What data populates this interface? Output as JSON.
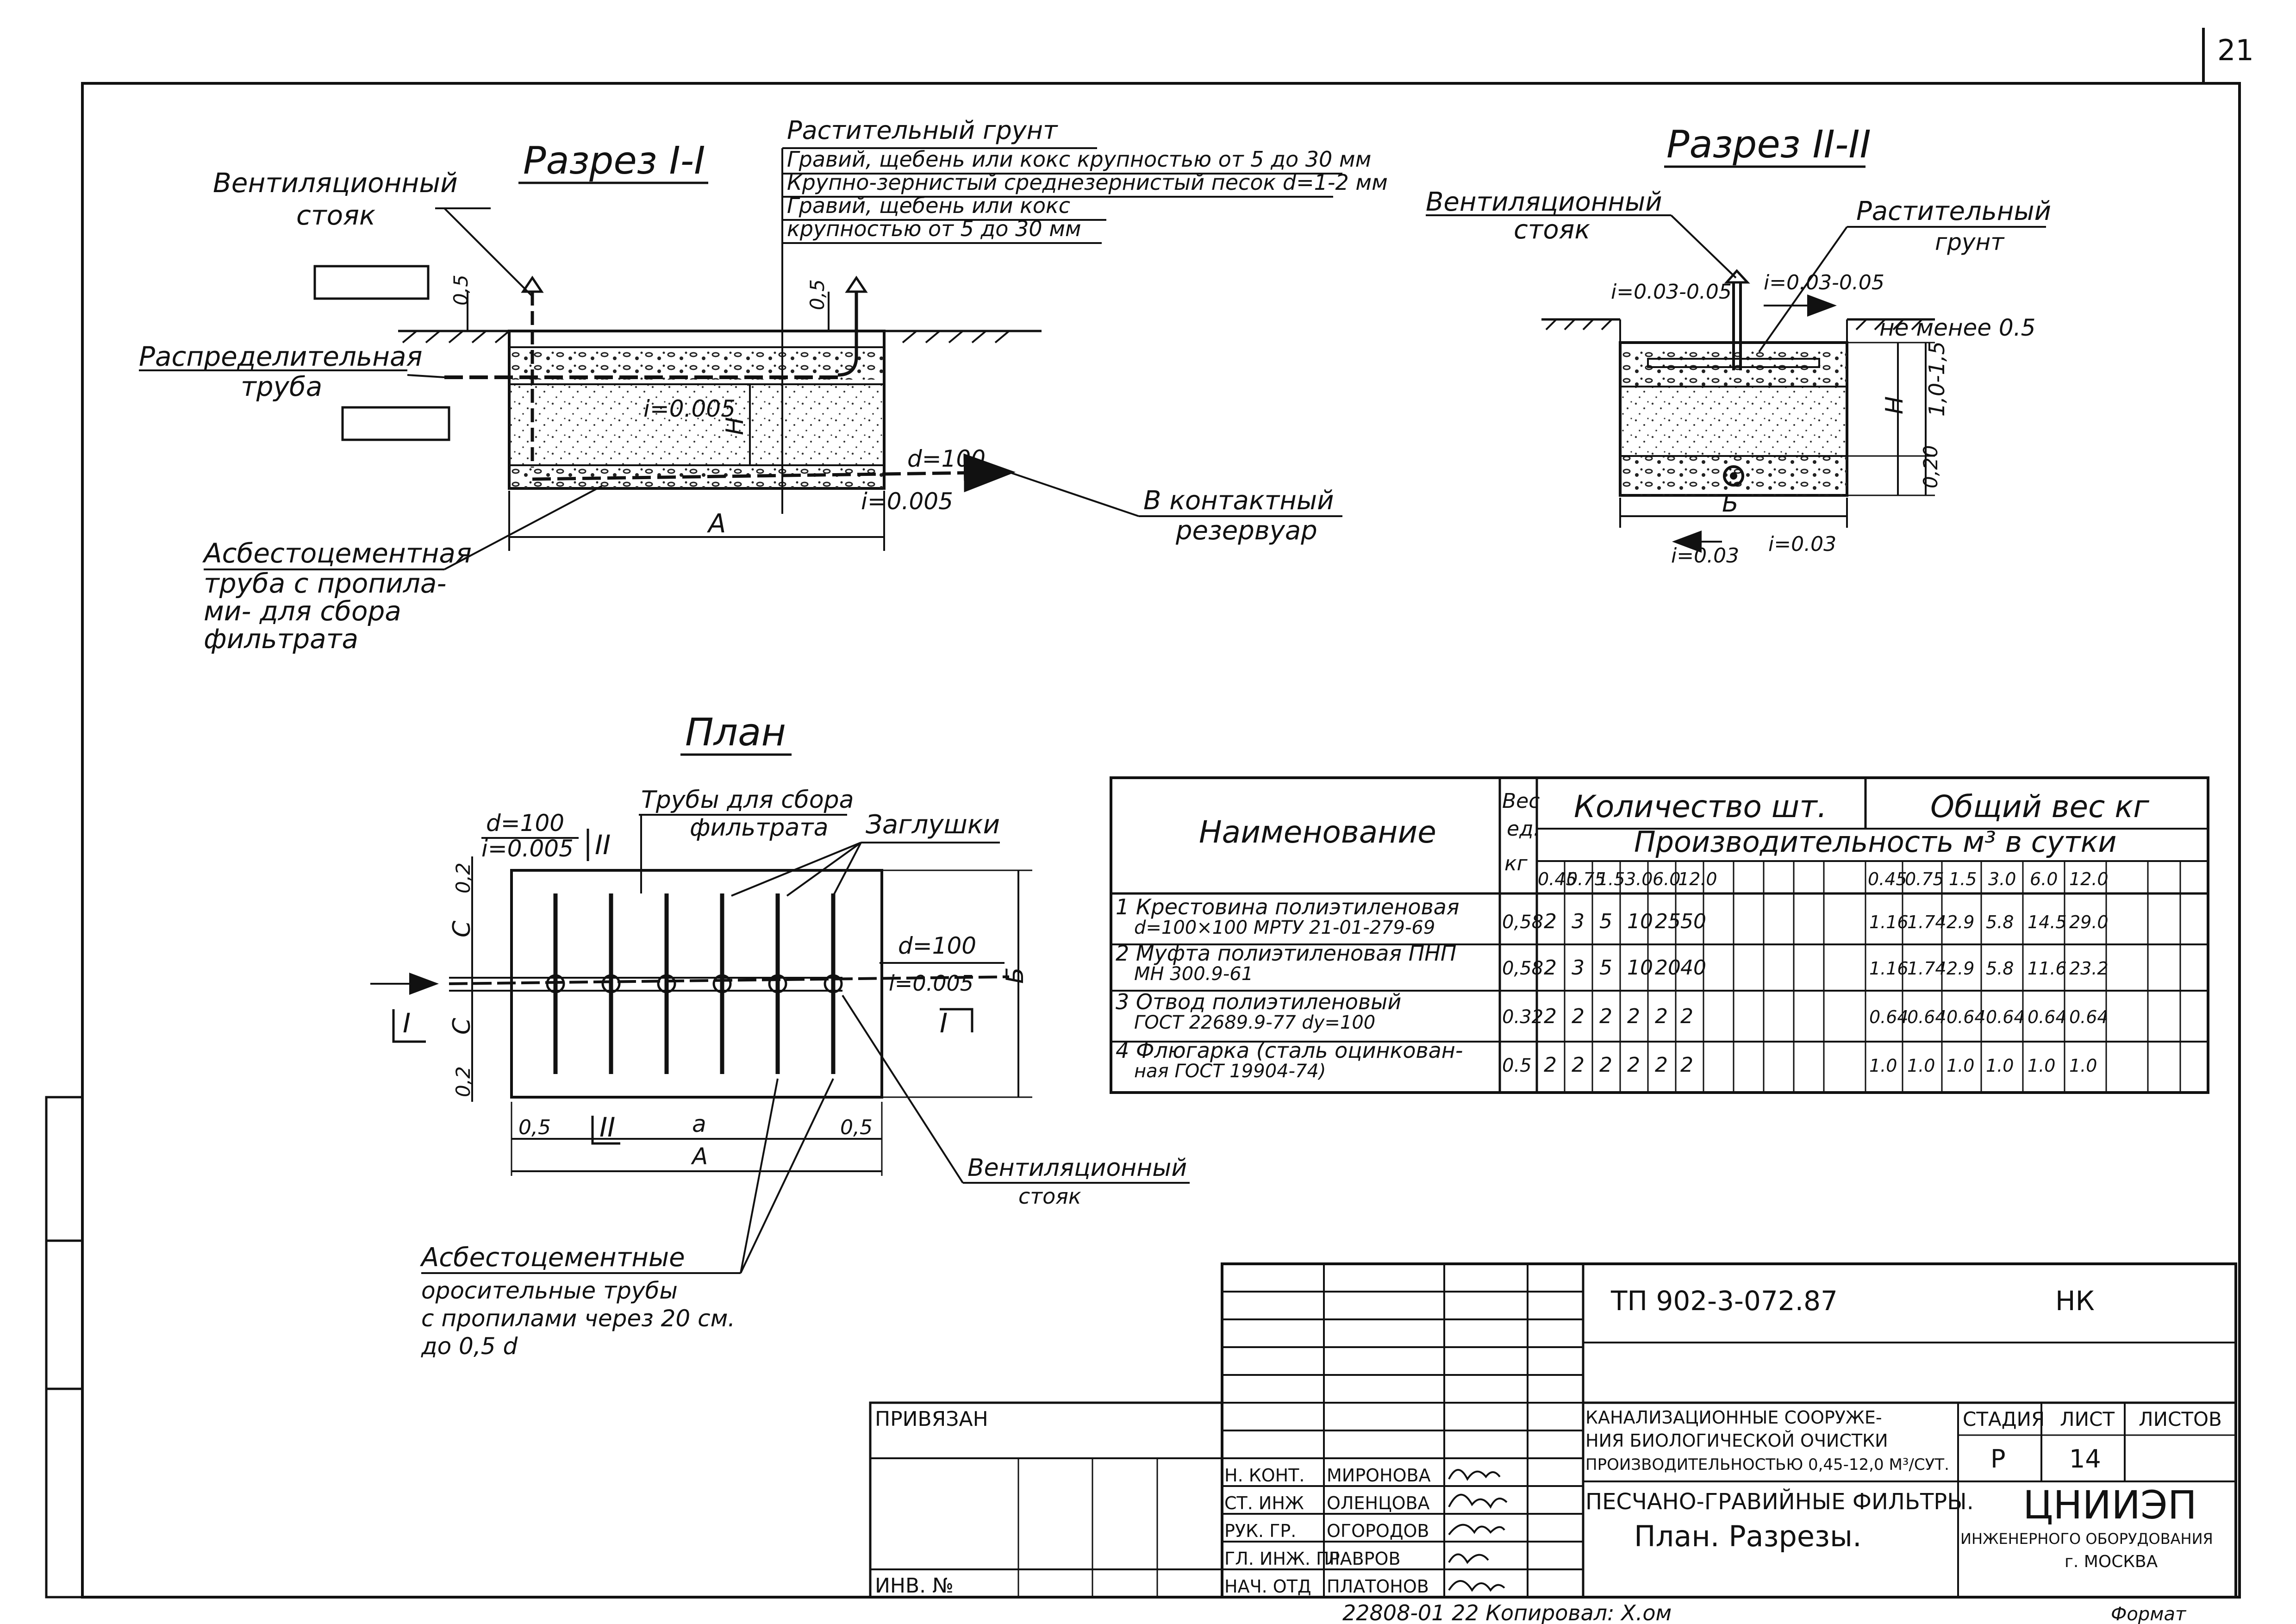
{
  "sheet_page_number": "21",
  "section1": {
    "title": "Разрез I-I",
    "ventilation_riser": [
      "Вентиляционный",
      "стояк"
    ],
    "distribution_pipe": [
      "Распределительная",
      "труба"
    ],
    "layers": [
      "Растительный грунт",
      "Гравий, щебень или кокс крупностью от 5 до 30 мм",
      "Крупно-зернистый среднезернистый песок d=1-2 мм",
      "Гравий, щебень или кокс",
      "крупностью от 5 до 30 мм"
    ],
    "dim_05_left": "0,5",
    "dim_05_right": "0,5",
    "slope_inner": "i=0.005",
    "dim_H": "H",
    "dim_d": "d=100",
    "slope_outlet": "i=0.005",
    "dim_A": "A",
    "to_reservoir": [
      "В контактный",
      "резервуар"
    ],
    "asbestos_pipe": [
      "Асбестоцементная",
      "труба с пропила-",
      "ми- для сбора",
      "фильтрата"
    ]
  },
  "section2": {
    "title": "Разрез II-II",
    "ventilation_riser": [
      "Вентиляционный",
      "стояк"
    ],
    "soil": [
      "Растительный",
      "грунт"
    ],
    "slope_left": "i=0.03-0.05",
    "slope_right": "i=0.03-0.05",
    "min_depth": "не менее 0.5",
    "dim_H": "H",
    "dim_10_15": "1,0-1,5",
    "dim_020": "0,20",
    "dim_B": "Б",
    "slope_bottom_left": "i=0.03",
    "slope_bottom_right": "i=0.03"
  },
  "plan": {
    "title": "План",
    "collect_pipes": [
      "Трубы для сбора",
      "фильтрата"
    ],
    "plugs": "Заглушки",
    "d_left": "d=100",
    "i_left": "i=0.005",
    "mark_II": "II",
    "d_right": "d=100",
    "i_right": "i=0.005",
    "mark_I_left": "I",
    "mark_I_right": "I",
    "dim_02_top": "0,2",
    "dim_02_bottom": "0,2",
    "dim_C1": "C",
    "dim_C2": "C",
    "dim_B": "Б",
    "dim_05_left": "0,5",
    "dim_05_right": "0,5",
    "dim_a": "a",
    "dim_A": "A",
    "ventilation_riser": [
      "Вентиляционный",
      "стояк"
    ],
    "sprinkler_pipes": [
      "Асбестоцементные",
      "оросительные трубы",
      "с пропилами через 20 см.",
      "до 0,5 d"
    ]
  },
  "spec_table": {
    "header_name": "Наименование",
    "header_unit_weight": [
      "Вес",
      "ед.",
      "кг"
    ],
    "header_quantity": "Количество шт.",
    "header_total_weight": "Общий вес кг",
    "header_capacity": "Производительность м³ в сутки",
    "capacities": [
      "0.45",
      "0.75",
      "1.5",
      "3.0",
      "6.0",
      "12.0",
      "0.45",
      "0.75",
      "1.5",
      "3.0",
      "6.0",
      "12.0"
    ],
    "rows": [
      {
        "name": [
          "1 Крестовина полиэтиленовая",
          "d=100×100 МРТУ 21-01-279-69"
        ],
        "unit": "0,58",
        "values": [
          "2",
          "3",
          "5",
          "10",
          "25",
          "50",
          "1.16",
          "1.74",
          "2.9",
          "5.8",
          "14.5",
          "29.0"
        ]
      },
      {
        "name": [
          "2 Муфта полиэтиленовая ПНП",
          "МН 300.9-61"
        ],
        "unit": "0,58",
        "values": [
          "2",
          "3",
          "5",
          "10",
          "20",
          "40",
          "1.16",
          "1.74",
          "2.9",
          "5.8",
          "11.6",
          "23.2"
        ]
      },
      {
        "name": [
          "3 Отвод полиэтиленовый",
          "ГОСТ 22689.9-77 dy=100"
        ],
        "unit": "0.32",
        "values": [
          "2",
          "2",
          "2",
          "2",
          "2",
          "2",
          "0.64",
          "0.64",
          "0.64",
          "0.64",
          "0.64",
          "0.64"
        ]
      },
      {
        "name": [
          "4 Флюгарка (сталь оцинкован-",
          "ная ГОСТ 19904-74)"
        ],
        "unit": "0.5",
        "values": [
          "2",
          "2",
          "2",
          "2",
          "2",
          "2",
          "1.0",
          "1.0",
          "1.0",
          "1.0",
          "1.0",
          "1.0"
        ]
      }
    ]
  },
  "title_block": {
    "doc_code": "ТП   902-3-072.87",
    "section_code": "НК",
    "linked": "ПРИВЯЗАН",
    "inv_no": "ИНВ. №",
    "roles": [
      "Н. КОНТ.",
      "СТ. ИНЖ",
      "РУК. ГР.",
      "ГЛ. ИНЖ. ПР",
      "НАЧ. ОТД"
    ],
    "names": [
      "МИРОНОВА",
      "ОЛЕНЦОВА",
      "ОГОРОДОВ",
      "ЛАВРОВ",
      "ПЛАТОНОВ"
    ],
    "project_title": [
      "КАНАЛИЗАЦИОННЫЕ СООРУЖЕ-",
      "НИЯ БИОЛОГИЧЕСКОЙ ОЧИСТКИ",
      "ПРОИЗВОДИТЕЛЬНОСТЬЮ 0,45-12,0 М³/СУТ."
    ],
    "stage_label": "СТАДИЯ",
    "sheet_label": "ЛИСТ",
    "sheets_label": "ЛИСТОВ",
    "stage": "Р",
    "sheet": "14",
    "sheets": "",
    "drawing_title": [
      "ПЕСЧАНО-ГРАВИЙНЫЕ ФИЛЬТРЫ.",
      "План. Разрезы."
    ],
    "org": [
      "ЦНИИЭП",
      "ИНЖЕНЕРНОГО ОБОРУДОВАНИЯ",
      "г. МОСКВА"
    ],
    "footer": "22808-01   22   Копировал: Х.ом",
    "format": "Формат"
  }
}
